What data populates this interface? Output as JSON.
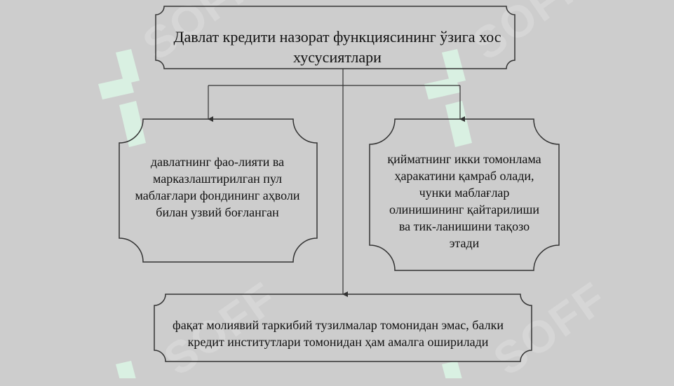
{
  "diagram": {
    "title": "Давлат кредити назорат функциясининг ўзига хос хусусиятлари",
    "left_box": "давлатнинг фао-лияти ва марказлаштирилган пул маблағлари фондининг аҳволи билан узвий боғланган",
    "right_box": "қийматнинг икки томонлама ҳаракатини қамраб олади, чунки маблағлар олинишининг қайтарилиши ва тик-ланишини тақозо этади",
    "bottom_box": "фақат молиявий таркибий тузилмалар томонидан эмас, балки кредит институтлари томонидан ҳам амалга оширилади"
  },
  "watermark": {
    "text": "SOFF",
    "logo_color": "#d9f0e2"
  },
  "colors": {
    "background": "#cdcdcd",
    "stroke": "#333333"
  }
}
